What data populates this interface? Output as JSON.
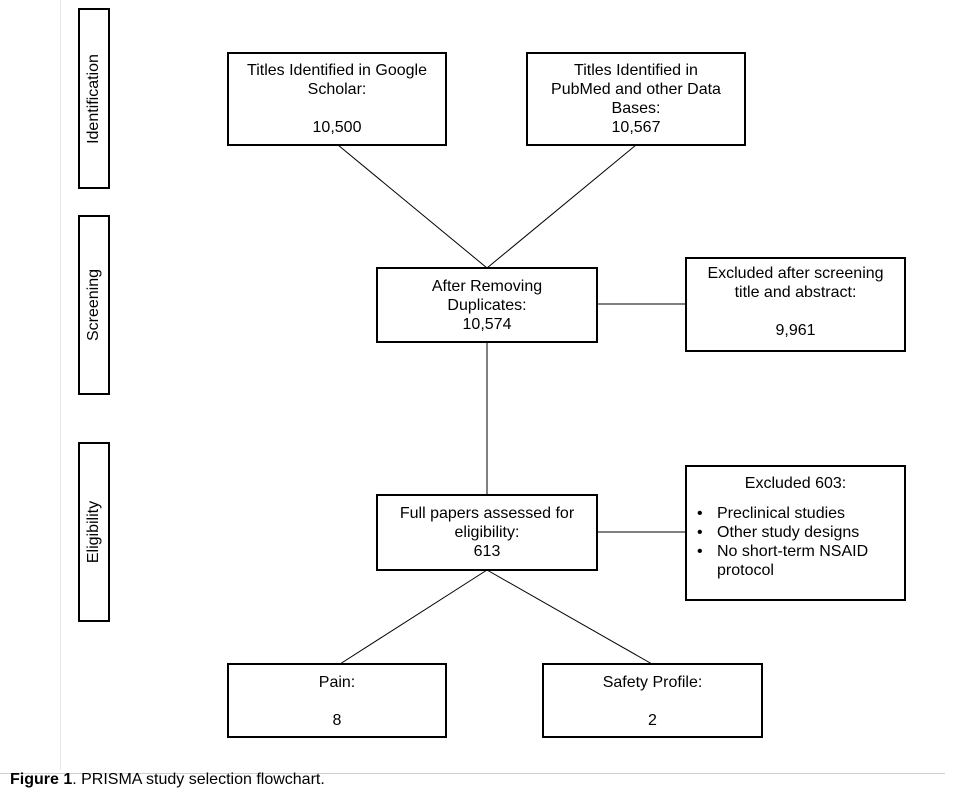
{
  "stages": {
    "identification": "Identification",
    "screening": "Screening",
    "eligibility": "Eligibility"
  },
  "boxes": {
    "google_scholar": {
      "line1": "Titles Identified in Google",
      "line2": "Scholar:",
      "count": "10,500"
    },
    "pubmed": {
      "line1": "Titles Identified in",
      "line2": "PubMed and other Data",
      "line3": "Bases:",
      "count": "10,567"
    },
    "duplicates": {
      "line1": "After Removing",
      "line2": "Duplicates:",
      "count": "10,574"
    },
    "excluded_screening": {
      "line1": "Excluded after screening",
      "line2": "title and abstract:",
      "count": "9,961"
    },
    "full_papers": {
      "line1": "Full papers assessed for",
      "line2": "eligibility:",
      "count": "613"
    },
    "excluded_eligibility": {
      "title": "Excluded 603:",
      "reasons": [
        "Preclinical studies",
        "Other study designs",
        "No short-term NSAID protocol"
      ]
    },
    "pain": {
      "label": "Pain:",
      "count": "8"
    },
    "safety": {
      "label": "Safety Profile:",
      "count": "2"
    }
  },
  "caption": {
    "figure_label": "Figure 1",
    "text": ". PRISMA study selection flowchart."
  },
  "colors": {
    "line": "#000000",
    "background": "#ffffff"
  }
}
